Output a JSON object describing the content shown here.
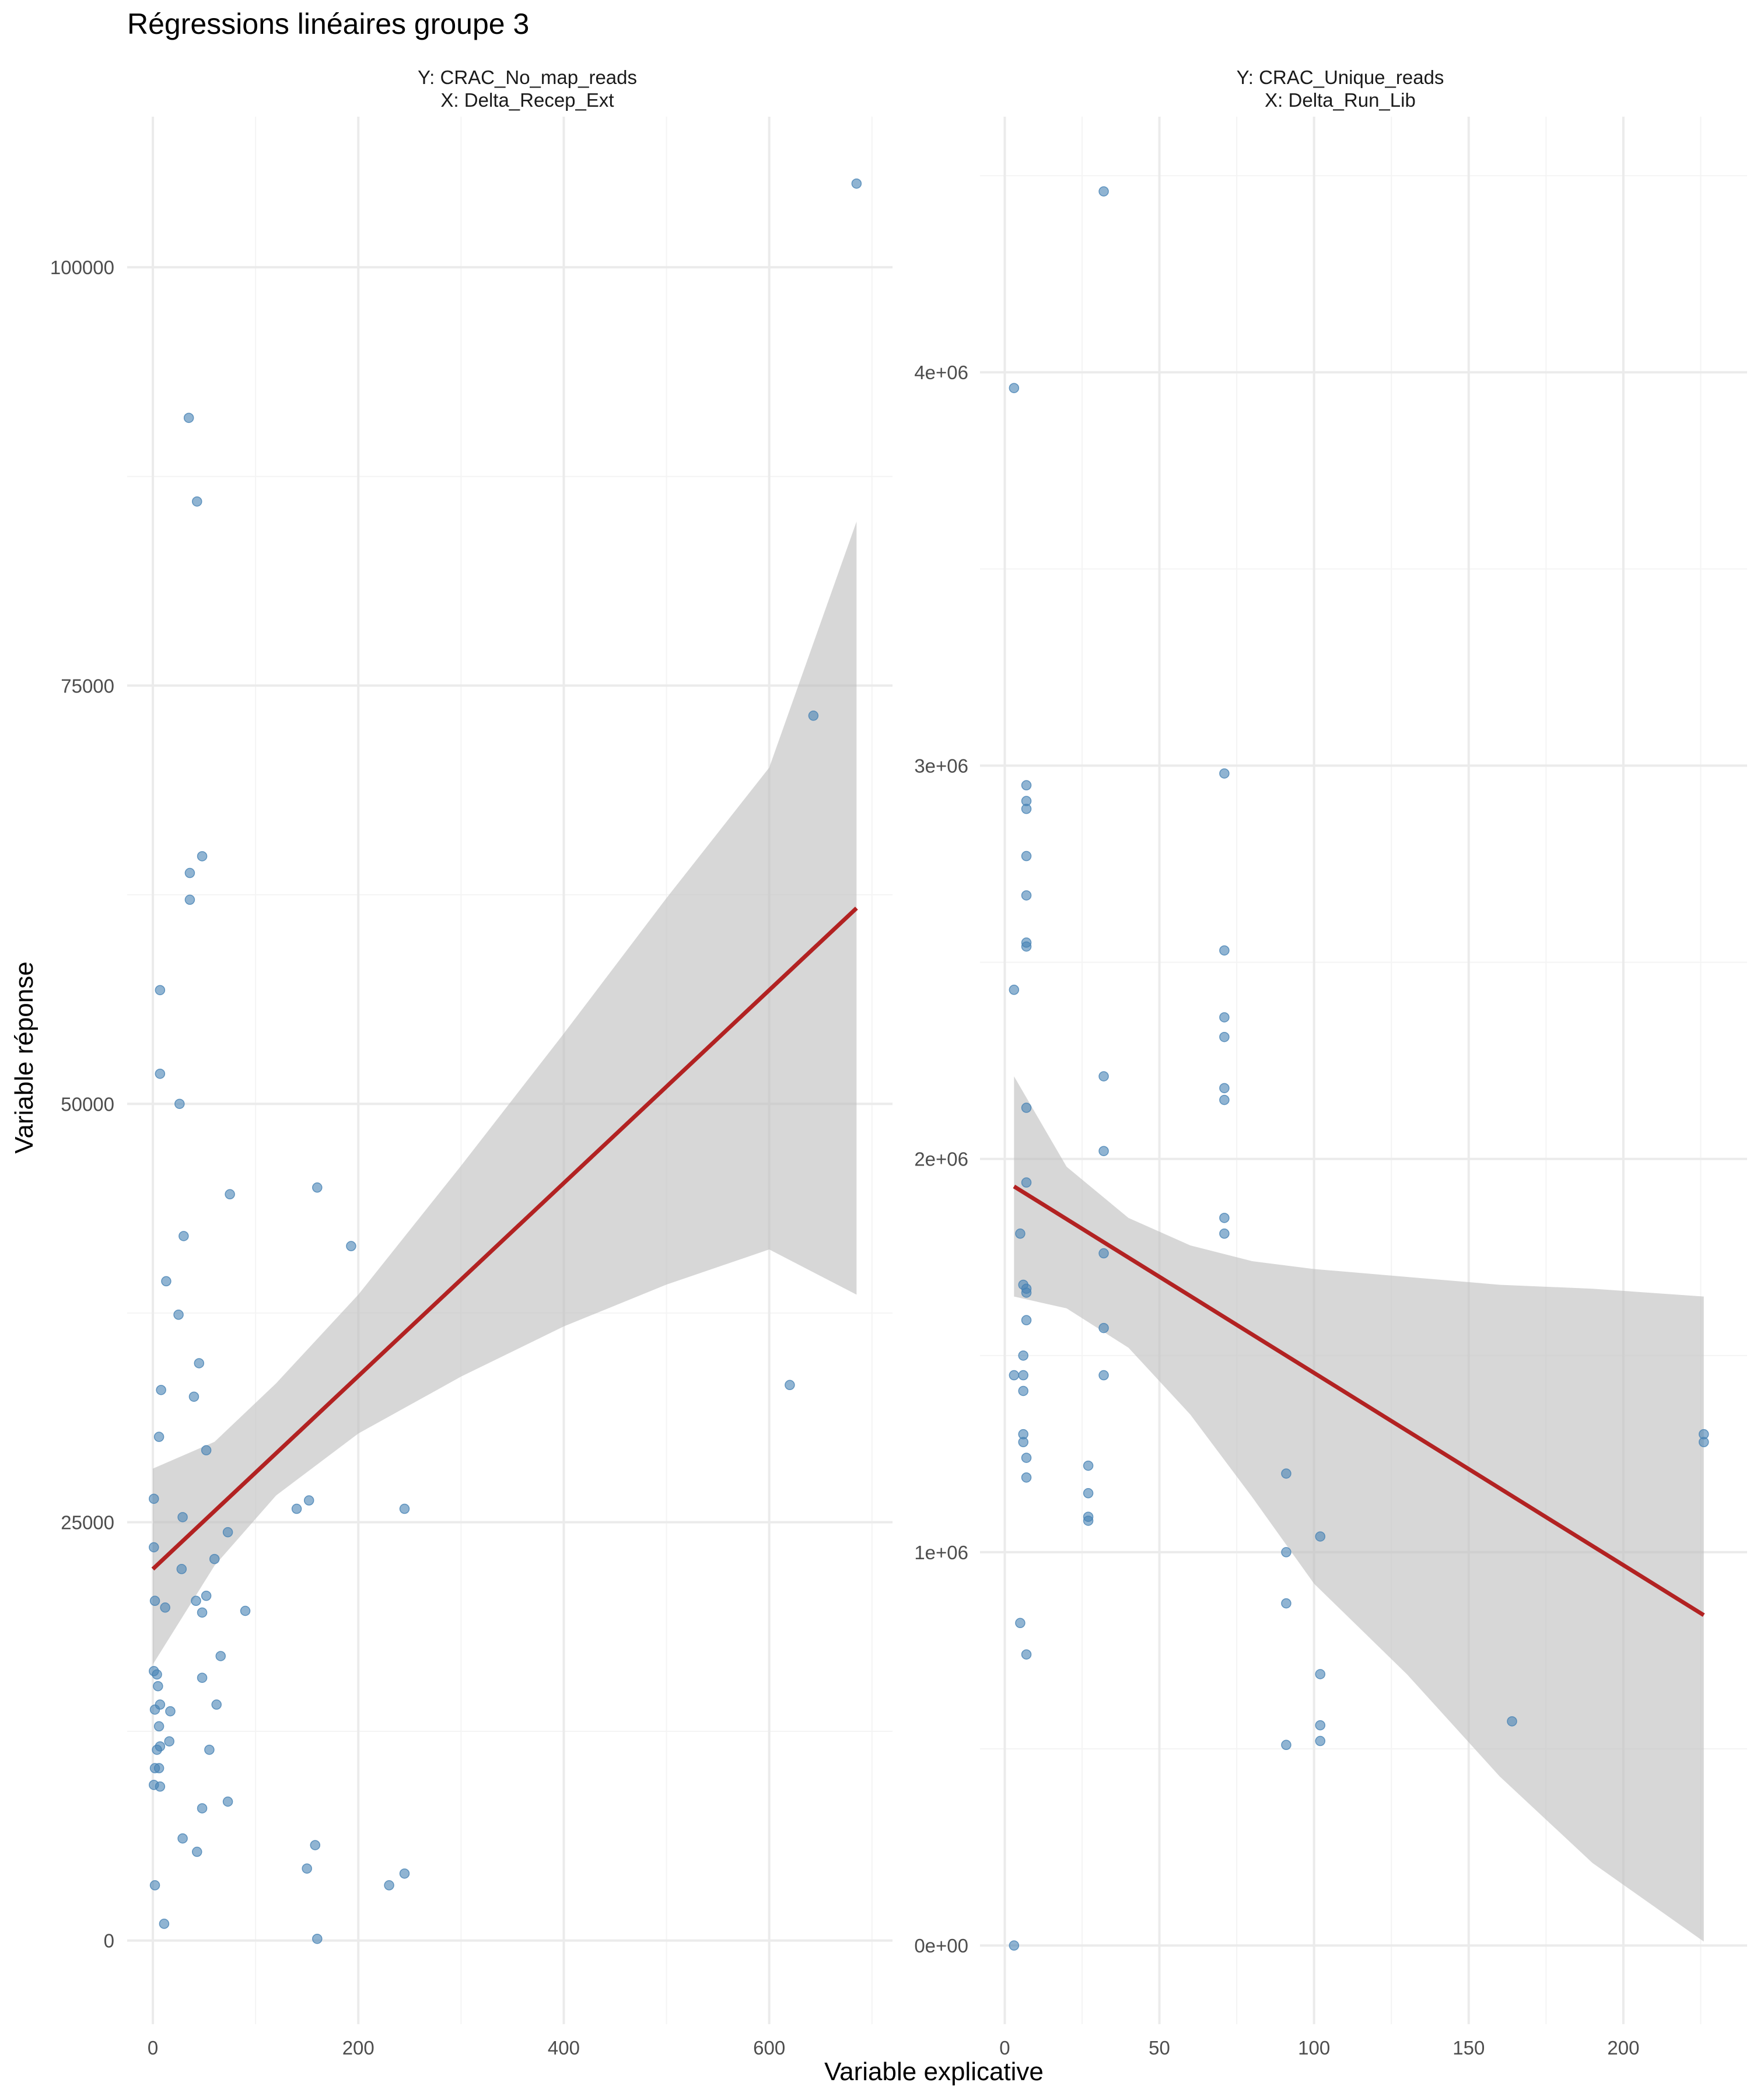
{
  "title": "Régressions linéaires groupe 3",
  "xlabel": "Variable explicative",
  "ylabel": "Variable réponse",
  "colors": {
    "points": "#4682B4",
    "line": "#B22222",
    "band": "#BEBEBE",
    "grid_major": "#EBEBEB",
    "grid_minor": "#F4F4F4",
    "text": "#4D4D4D"
  },
  "chart_data": [
    {
      "type": "scatter",
      "panel_label_y": "Y: CRAC_No_map_reads",
      "panel_label_x": "X: Delta_Recep_Ext",
      "xlim": [
        -25,
        720
      ],
      "ylim": [
        -5000,
        109000
      ],
      "x_ticks": [
        0,
        200,
        400,
        600
      ],
      "x_tick_labels": [
        "0",
        "200",
        "400",
        "600"
      ],
      "x_minor": [
        100,
        300,
        500,
        700
      ],
      "y_ticks": [
        0,
        25000,
        50000,
        75000,
        100000
      ],
      "y_tick_labels": [
        "0",
        "25000",
        "50000",
        "75000",
        "100000"
      ],
      "y_minor": [
        12500,
        37500,
        62500,
        87500
      ],
      "points": [
        [
          685,
          105000
        ],
        [
          35,
          91000
        ],
        [
          43,
          86000
        ],
        [
          643,
          73200
        ],
        [
          48,
          64800
        ],
        [
          36,
          63800
        ],
        [
          36,
          62200
        ],
        [
          7,
          56800
        ],
        [
          7,
          51800
        ],
        [
          26,
          50000
        ],
        [
          160,
          45000
        ],
        [
          75,
          44600
        ],
        [
          193,
          41500
        ],
        [
          30,
          42100
        ],
        [
          13,
          39400
        ],
        [
          25,
          37400
        ],
        [
          45,
          34500
        ],
        [
          8,
          32900
        ],
        [
          40,
          32500
        ],
        [
          620,
          33200
        ],
        [
          6,
          30100
        ],
        [
          52,
          29300
        ],
        [
          1,
          26400
        ],
        [
          152,
          26300
        ],
        [
          140,
          25800
        ],
        [
          245,
          25800
        ],
        [
          29,
          25300
        ],
        [
          73,
          24400
        ],
        [
          1,
          23500
        ],
        [
          60,
          22800
        ],
        [
          28,
          22200
        ],
        [
          2,
          20300
        ],
        [
          42,
          20300
        ],
        [
          52,
          20600
        ],
        [
          12,
          19900
        ],
        [
          48,
          19600
        ],
        [
          90,
          19700
        ],
        [
          66,
          17000
        ],
        [
          1,
          16100
        ],
        [
          4,
          15900
        ],
        [
          48,
          15700
        ],
        [
          5,
          15200
        ],
        [
          62,
          14100
        ],
        [
          7,
          14100
        ],
        [
          2,
          13800
        ],
        [
          17,
          13700
        ],
        [
          6,
          12800
        ],
        [
          16,
          11900
        ],
        [
          7,
          11600
        ],
        [
          4,
          11400
        ],
        [
          55,
          11400
        ],
        [
          2,
          10300
        ],
        [
          6,
          10300
        ],
        [
          1,
          9300
        ],
        [
          7,
          9200
        ],
        [
          73,
          8300
        ],
        [
          48,
          7900
        ],
        [
          29,
          6100
        ],
        [
          158,
          5700
        ],
        [
          43,
          5300
        ],
        [
          150,
          4300
        ],
        [
          245,
          4000
        ],
        [
          2,
          3300
        ],
        [
          230,
          3300
        ],
        [
          11,
          1000
        ],
        [
          160,
          100
        ]
      ],
      "fit_line": [
        [
          0,
          22200
        ],
        [
          685,
          61700
        ]
      ],
      "ci_band": [
        [
          0,
          16500,
          28200
        ],
        [
          60,
          22400,
          29800
        ],
        [
          120,
          26600,
          33300
        ],
        [
          200,
          30300,
          38600
        ],
        [
          300,
          33700,
          46300
        ],
        [
          400,
          36700,
          54200
        ],
        [
          500,
          39200,
          62300
        ],
        [
          600,
          41300,
          70100
        ],
        [
          685,
          38600,
          84800
        ]
      ]
    },
    {
      "type": "scatter",
      "panel_label_y": "Y: CRAC_Unique_reads",
      "panel_label_x": "X: Delta_Run_Lib",
      "xlim": [
        -8,
        240
      ],
      "ylim": [
        -200000,
        4650000
      ],
      "x_ticks": [
        0,
        50,
        100,
        150,
        200
      ],
      "x_tick_labels": [
        "0",
        "50",
        "100",
        "150",
        "200"
      ],
      "x_minor": [
        25,
        75,
        125,
        175,
        225
      ],
      "y_ticks": [
        0,
        1000000,
        2000000,
        3000000,
        4000000
      ],
      "y_tick_labels": [
        "0e+00",
        "1e+06",
        "2e+06",
        "3e+06",
        "4e+06"
      ],
      "y_minor": [
        500000,
        1500000,
        2500000,
        3500000,
        4500000
      ],
      "points": [
        [
          32,
          4460000
        ],
        [
          3,
          3960000
        ],
        [
          71,
          2980000
        ],
        [
          7,
          2950000
        ],
        [
          7,
          2910000
        ],
        [
          7,
          2890000
        ],
        [
          7,
          2770000
        ],
        [
          7,
          2670000
        ],
        [
          7,
          2550000
        ],
        [
          7,
          2540000
        ],
        [
          71,
          2530000
        ],
        [
          3,
          2430000
        ],
        [
          71,
          2360000
        ],
        [
          71,
          2310000
        ],
        [
          32,
          2210000
        ],
        [
          71,
          2180000
        ],
        [
          71,
          2150000
        ],
        [
          7,
          2130000
        ],
        [
          32,
          2020000
        ],
        [
          7,
          1940000
        ],
        [
          71,
          1850000
        ],
        [
          5,
          1810000
        ],
        [
          71,
          1810000
        ],
        [
          32,
          1760000
        ],
        [
          6,
          1680000
        ],
        [
          7,
          1670000
        ],
        [
          7,
          1660000
        ],
        [
          7,
          1590000
        ],
        [
          32,
          1570000
        ],
        [
          6,
          1500000
        ],
        [
          3,
          1450000
        ],
        [
          6,
          1450000
        ],
        [
          32,
          1450000
        ],
        [
          6,
          1410000
        ],
        [
          6,
          1300000
        ],
        [
          6,
          1280000
        ],
        [
          226,
          1300000
        ],
        [
          226,
          1280000
        ],
        [
          7,
          1240000
        ],
        [
          27,
          1220000
        ],
        [
          7,
          1190000
        ],
        [
          91,
          1200000
        ],
        [
          27,
          1150000
        ],
        [
          27,
          1090000
        ],
        [
          27,
          1080000
        ],
        [
          102,
          1040000
        ],
        [
          91,
          1000000
        ],
        [
          91,
          870000
        ],
        [
          5,
          820000
        ],
        [
          7,
          740000
        ],
        [
          102,
          690000
        ],
        [
          164,
          570000
        ],
        [
          102,
          560000
        ],
        [
          102,
          520000
        ],
        [
          91,
          510000
        ],
        [
          3,
          0
        ]
      ],
      "fit_line": [
        [
          3,
          1930000
        ],
        [
          226,
          840000
        ]
      ],
      "ci_band": [
        [
          3,
          1650000,
          2210000
        ],
        [
          20,
          1620000,
          1980000
        ],
        [
          40,
          1520000,
          1850000
        ],
        [
          60,
          1350000,
          1780000
        ],
        [
          80,
          1140000,
          1740000
        ],
        [
          100,
          920000,
          1720000
        ],
        [
          130,
          690000,
          1700000
        ],
        [
          160,
          430000,
          1680000
        ],
        [
          190,
          210000,
          1670000
        ],
        [
          226,
          10000,
          1650000
        ]
      ]
    }
  ]
}
